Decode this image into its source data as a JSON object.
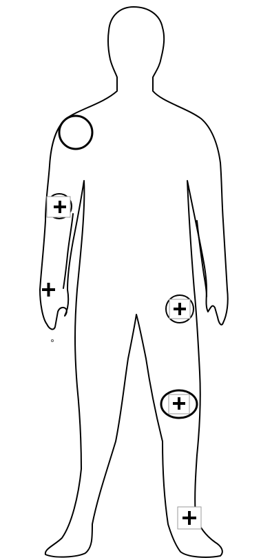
{
  "figure": {
    "background": "#ffffff",
    "outline_color": "#000000"
  },
  "markers": [
    {
      "id": "shoulder-right",
      "symbol": "",
      "style": "ring",
      "icon": "circle-marker-icon"
    },
    {
      "id": "upper-arm-right",
      "symbol": "+",
      "style": "ring-box",
      "icon": "plus-icon"
    },
    {
      "id": "wrist-right",
      "symbol": "+",
      "style": "plain",
      "icon": "plus-icon"
    },
    {
      "id": "hand-left",
      "symbol": "+",
      "style": "ring-box",
      "icon": "plus-icon"
    },
    {
      "id": "knee-left",
      "symbol": "+",
      "style": "ring-box",
      "icon": "plus-icon"
    },
    {
      "id": "ankle-left",
      "symbol": "+",
      "style": "box",
      "icon": "plus-icon"
    }
  ]
}
